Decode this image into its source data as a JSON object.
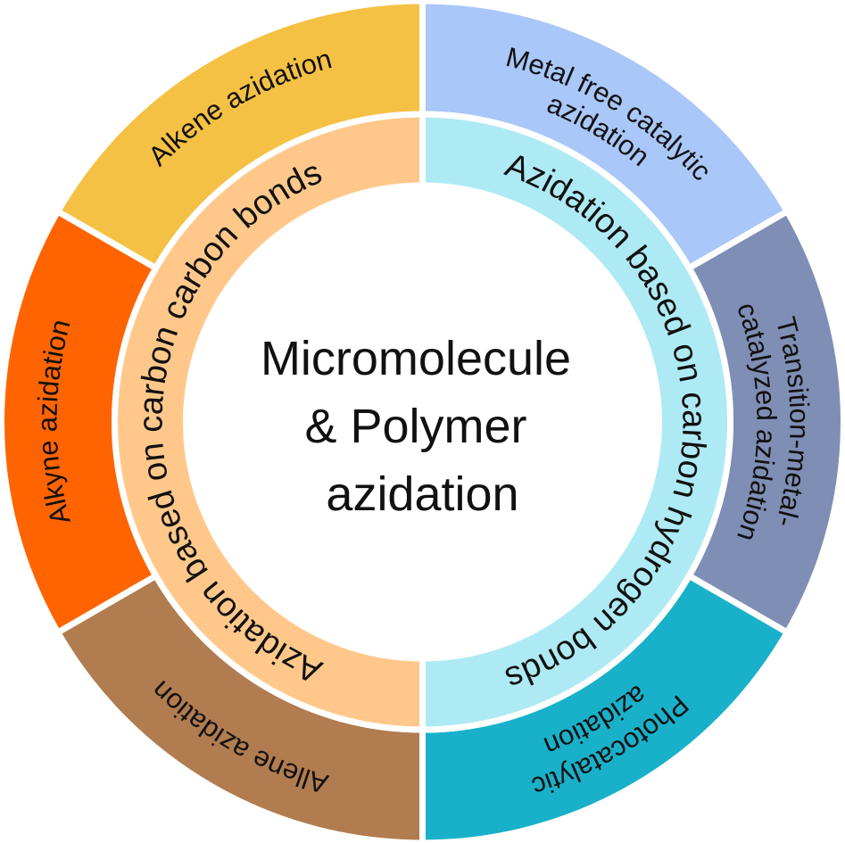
{
  "center": {
    "lines": [
      "Micromolecule",
      "& Polymer",
      "azidation"
    ]
  },
  "inner_ring": [
    {
      "id": "cc",
      "label": "Azidation based on carbon carbon bonds",
      "color": "#ffc88a"
    },
    {
      "id": "ch",
      "label": "Azidation based on carbon hydrogen bonds",
      "color": "#aeeaf4"
    }
  ],
  "outer_ring": [
    {
      "id": "metal-free",
      "lines": [
        "Metal free catalytic",
        "azidation"
      ],
      "color": "#a9c7f8"
    },
    {
      "id": "transition-metal",
      "lines": [
        "Transition-metal-",
        "catalyzed azidation"
      ],
      "color": "#7f8eb4"
    },
    {
      "id": "photocatalytic",
      "lines": [
        "Photocatalytic",
        "azidation"
      ],
      "color": "#19b1c9"
    },
    {
      "id": "allene",
      "lines": [
        "Allene azidation"
      ],
      "color": "#b17c4f"
    },
    {
      "id": "alkyne",
      "lines": [
        "Alkyne azidation"
      ],
      "color": "#ff6400"
    },
    {
      "id": "alkene",
      "lines": [
        "Alkene azidation"
      ],
      "color": "#f5c144"
    }
  ]
}
